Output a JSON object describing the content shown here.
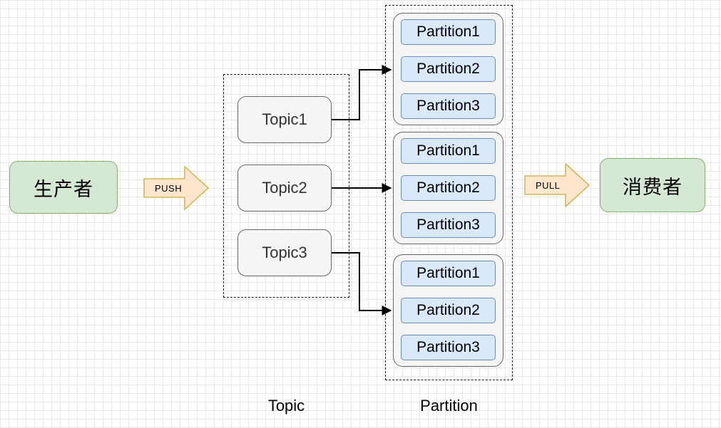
{
  "diagram": {
    "title_left_caption": "Topic",
    "title_right_caption": "Partition"
  },
  "producer": {
    "label": "生产者",
    "fill": "#d5e8d4",
    "stroke": "#82b366"
  },
  "consumer": {
    "label": "消费者",
    "fill": "#d5e8d4",
    "stroke": "#82b366"
  },
  "arrows": {
    "push": {
      "label": "PUSH",
      "fill": "#ffe6cc",
      "stroke": "#d6b656"
    },
    "pull": {
      "label": "PULL",
      "fill": "#ffe6cc",
      "stroke": "#d6b656"
    }
  },
  "topics": {
    "group_caption": "Topic",
    "items": [
      {
        "label": "Topic1"
      },
      {
        "label": "Topic2"
      },
      {
        "label": "Topic3"
      }
    ],
    "fill": "#f5f5f5",
    "stroke": "#666666"
  },
  "partitions": {
    "group_caption": "Partition",
    "fill": "#dae8fc",
    "stroke": "#6c8ebf",
    "groups": [
      {
        "name": "partition-group-1",
        "items": [
          {
            "label": "Partition1"
          },
          {
            "label": "Partition2"
          },
          {
            "label": "Partition3"
          }
        ]
      },
      {
        "name": "partition-group-2",
        "items": [
          {
            "label": "Partition1"
          },
          {
            "label": "Partition2"
          },
          {
            "label": "Partition3"
          }
        ]
      },
      {
        "name": "partition-group-3",
        "items": [
          {
            "label": "Partition1"
          },
          {
            "label": "Partition2"
          },
          {
            "label": "Partition3"
          }
        ]
      }
    ]
  }
}
